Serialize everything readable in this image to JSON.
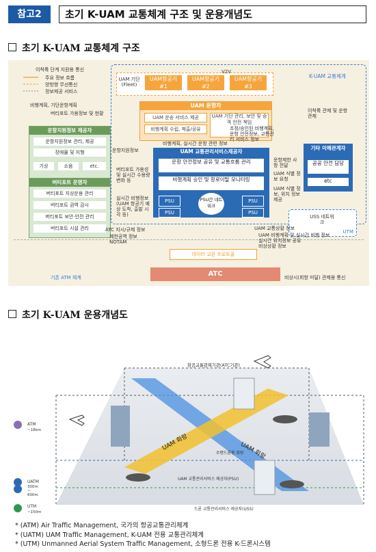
{
  "header": {
    "tag": "참고2",
    "title": "초기 K-UAM 교통체계 구조 및 운용개념도"
  },
  "section1": {
    "title": "초기 K-UAM 교통체계 구조"
  },
  "diagram1": {
    "frame_label": "K-UAM 교통체계",
    "legend": [
      "이착륙 단계 지원용 통신",
      "주요 정보 흐름",
      "양방향 무선통신",
      "정보제공 서비스"
    ],
    "fleet_label": "UAM 기단 (Fleet)",
    "aircraft": [
      "UAM항공기 #1",
      "UAM항공기 #2",
      "UAM항공기 #3"
    ],
    "v2v": "V2V",
    "operator": {
      "title": "UAM 운항자",
      "items": [
        "UAM 운송 서비스 제공",
        "비행계획 수립, 제출/공유",
        "UAM 기단 관리, 보안 및 승객 안전 책임"
      ]
    },
    "support": {
      "title": "운항지원정보 제공자",
      "items": [
        "운항지원정보 관리, 제공",
        "장애물 및 지형",
        "기상",
        "소음",
        "etc."
      ]
    },
    "vertiport": {
      "title": "버티포트 운영자",
      "items": [
        "버티포트 지상운용 관리",
        "버티포트 권역 감시",
        "버티포트 보안·안전 관리",
        "버티포트 시설 관리"
      ]
    },
    "pssu": {
      "title": "UAM 교통관리서비스제공자",
      "items": [
        "운항 안전정보 공유 및 교통흐름 관리",
        "비행계획 승인 및 항로이탈 모니터링"
      ],
      "network": "PSU간 네트워크",
      "psu": "PSU"
    },
    "stakeholder": {
      "title": "기타 이해관계자",
      "items": [
        "공공 안전 담당",
        "etc"
      ]
    },
    "uss": "USS 네트워크",
    "utm": "UTM",
    "atm_region": "기존 ATM 체계",
    "data_exchange": "데이터 교환 프로토콜",
    "atc": "ATC",
    "labels": {
      "flight_plan": "비행계획, 기단운항계획",
      "vertiport_info": "버티포트 가용정보 및 현황",
      "op_support_info": "운항지원정보",
      "atc_instr": "ATC 지시/규제 정보",
      "atc_instr_items": [
        "제한공역 정보",
        "NOTAM"
      ],
      "uam_traffic_info": "UAM 교통상황 정보",
      "uam_traffic_items": [
        "UAM 비행계획 및 실시간 비행 정보",
        "실시간 위치정보 공유",
        "비상상황 정보"
      ],
      "emergency": "비상시(회항 미달) 관제용 통신",
      "takeoff_control": "이착륙 관제 및 운항 관제",
      "flight_plan_ops": "비행계획, 실시간 운항 관련 정보",
      "adjust_info": "조정/승인된 비행계획, 운항 안전정보, 교통관리 서비스 정보",
      "ops_limit": "운항제한 사항 전달",
      "uam_id": "UAM 식별 정보 요청",
      "uam_id_info": "UAM 식별 정보, 위치 정보 제공",
      "vertiport_avail": "버티포트 가용성 및 실시간 수용량 변화 등",
      "realtime_plan": "실시간 비행정보 (UAM 항공기 예상 도착, 출발 시각 등)"
    }
  },
  "section2": {
    "title": "초기 K-UAM 운용개념도"
  },
  "diagram2": {
    "top_label": "항공교통관제기관(ATC기관)",
    "route1": "UAM 회랑",
    "route2": "UAM 회랑",
    "drone_route": "수평드론용 회랑",
    "psu_label": "UAM 교통관리서비스 제공자(PSU)",
    "uss_label": "드론 교통관리서비스 제공자(USS)",
    "levels": [
      {
        "name": "ATM",
        "alt": "~18km"
      },
      {
        "name": "UATM",
        "alt": "300m\n~\n600m"
      },
      {
        "name": "UTM",
        "alt": "~150m"
      }
    ]
  },
  "notes": [
    "* (ATM) Air Traffic Management, 국가의 항공교통관리체계",
    "* (UATM) UAM Traffic Management, K-UAM 전용 교통관리체계",
    "* (UTM) Unmanned Aerial System Traffic Management, 소형드론 전용 K-드론시스템"
  ]
}
